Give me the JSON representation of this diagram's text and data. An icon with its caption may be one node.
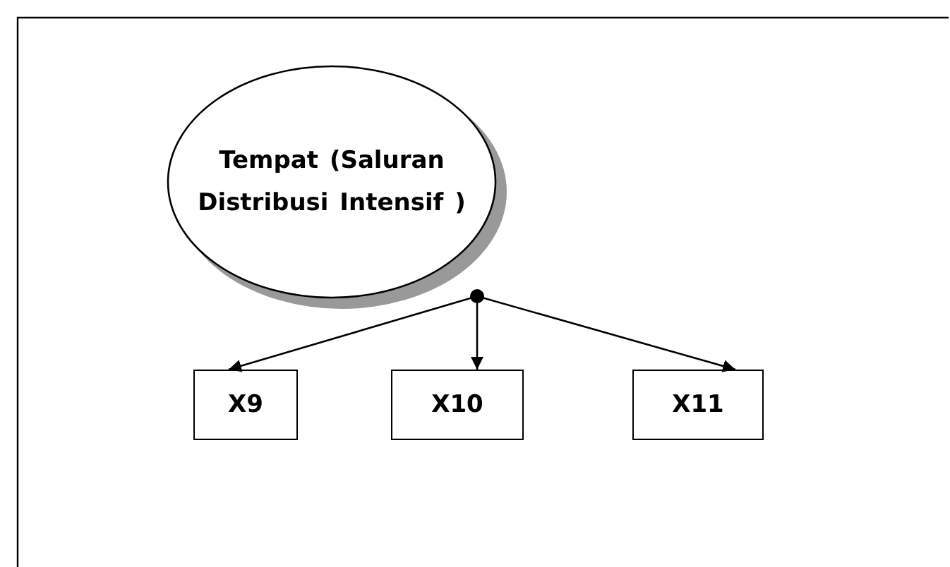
{
  "diagram": {
    "nodes": [
      {
        "text": [
          "Tempat (Saluran Distribusi Intensif )"
        ]
      },
      {
        "text": [
          "X9"
        ]
      },
      {
        "text": [
          "X10"
        ]
      },
      {
        "text": [
          "X11"
        ]
      }
    ],
    "edges": [
      {
        "from": 0,
        "to": 1,
        "arrow": "to"
      },
      {
        "from": 0,
        "to": 2,
        "arrow": "to"
      },
      {
        "from": 0,
        "to": 3,
        "arrow": "to"
      }
    ]
  }
}
